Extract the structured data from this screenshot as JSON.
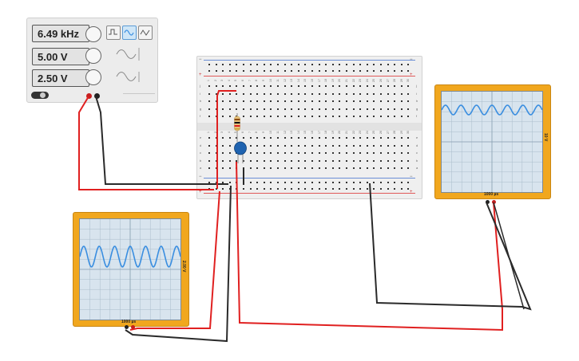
{
  "function_generator": {
    "frequency": "6.49 kHz",
    "amplitude": "5.00 V",
    "dc_offset": "2.50 V",
    "waveforms": [
      "square",
      "sine",
      "triangle"
    ],
    "selected_waveform": "sine"
  },
  "oscilloscope_left": {
    "time_label": "1000 µs",
    "volt_label": "2.00 V"
  },
  "oscilloscope_right": {
    "time_label": "1000 µs",
    "volt_label": "10 V"
  },
  "breadboard": {
    "columns": 30,
    "rows_top": [
      "j",
      "i",
      "h",
      "g",
      "f"
    ],
    "rows_bottom": [
      "e",
      "d",
      "c",
      "b",
      "a"
    ]
  },
  "components": [
    "resistor",
    "ceramic-capacitor"
  ],
  "colors": {
    "wire_red": "#e02020",
    "wire_black": "#2a2a2a",
    "scope_body": "#f1a71e",
    "trace": "#3a8ee0",
    "capacitor": "#1f63b0"
  }
}
